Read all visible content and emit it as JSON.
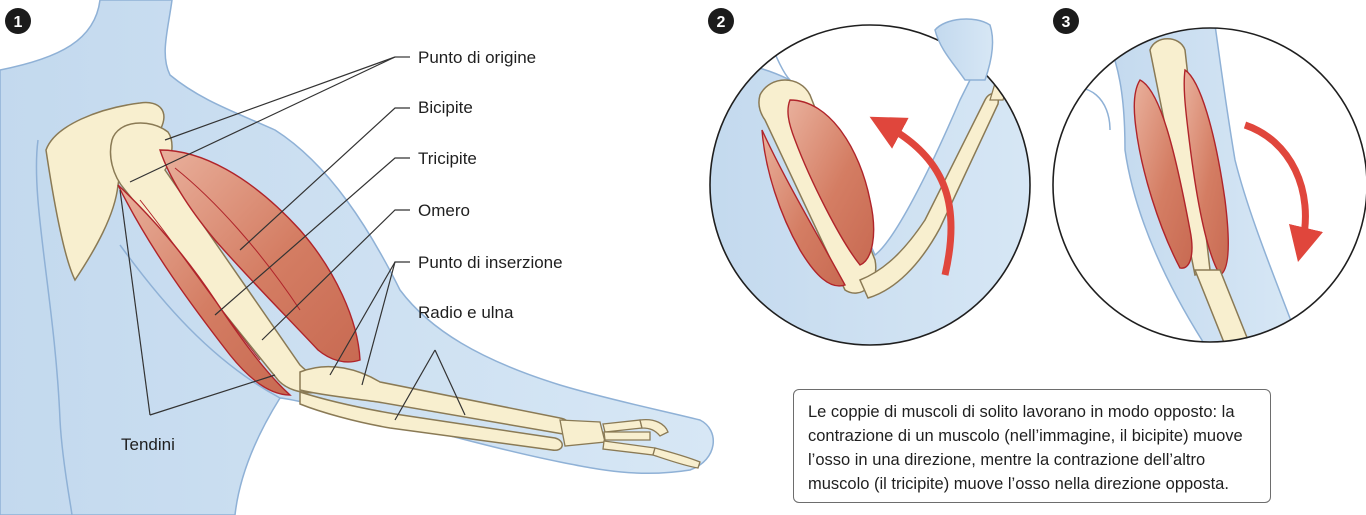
{
  "panels": [
    {
      "number": "1"
    },
    {
      "number": "2"
    },
    {
      "number": "3"
    }
  ],
  "labels": {
    "origin": "Punto di origine",
    "biceps": "Bicipite",
    "triceps": "Tricipite",
    "humerus": "Omero",
    "insertion": "Punto di inserzione",
    "radius_ulna": "Radio e ulna",
    "tendons": "Tendini"
  },
  "caption": "Le coppie di muscoli di solito lavorano in modo opposto: la contrazione di un muscolo (nell’immagine, il bicipite) muove l’osso in una direzione, mentre la contrazione dell’altro muscolo (il tricipite) muove l’osso nella direzione opposta.",
  "colors": {
    "skin": "#c9def0",
    "skin_outline": "#8fb1d6",
    "bone": "#f8efcf",
    "bone_outline": "#8a7a55",
    "muscle": "#d98c72",
    "muscle_outline": "#b0242a",
    "arrow": "#e0463c",
    "leader": "#333333"
  }
}
